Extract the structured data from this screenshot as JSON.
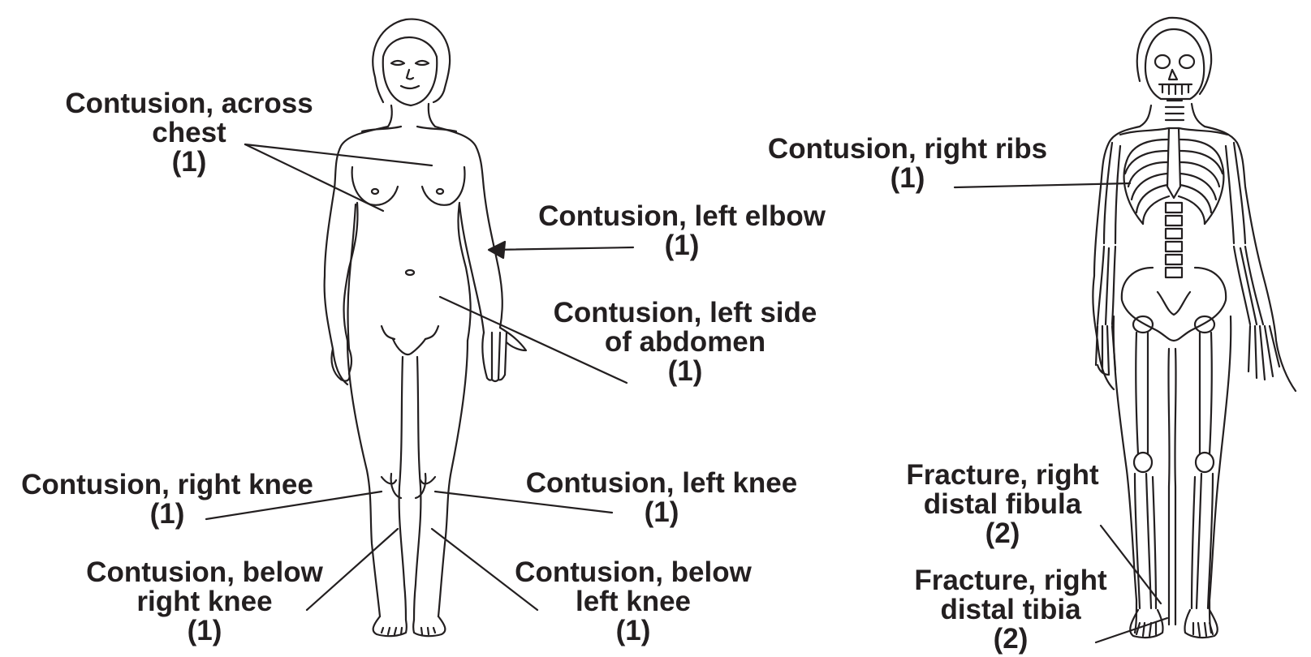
{
  "accent_color": "#231f20",
  "annotations": [
    {
      "id": "chest",
      "lines": [
        "Contusion, across",
        "chest",
        "(1)"
      ]
    },
    {
      "id": "left-elbow",
      "lines": [
        "Contusion, left elbow",
        "(1)"
      ]
    },
    {
      "id": "left-abdomen",
      "lines": [
        "Contusion, left side",
        "of abdomen",
        "(1)"
      ]
    },
    {
      "id": "right-knee",
      "lines": [
        "Contusion, right knee",
        "(1)"
      ]
    },
    {
      "id": "left-knee",
      "lines": [
        "Contusion, left knee",
        "(1)"
      ]
    },
    {
      "id": "below-right-knee",
      "lines": [
        "Contusion, below",
        "right knee",
        "(1)"
      ]
    },
    {
      "id": "below-left-knee",
      "lines": [
        "Contusion, below",
        "left knee",
        "(1)"
      ]
    },
    {
      "id": "right-ribs",
      "lines": [
        "Contusion, right ribs",
        "(1)"
      ]
    },
    {
      "id": "right-distal-fibula",
      "lines": [
        "Fracture, right",
        "distal fibula",
        "(2)"
      ]
    },
    {
      "id": "right-distal-tibia",
      "lines": [
        "Fracture, right",
        "distal tibia",
        "(2)"
      ]
    }
  ]
}
